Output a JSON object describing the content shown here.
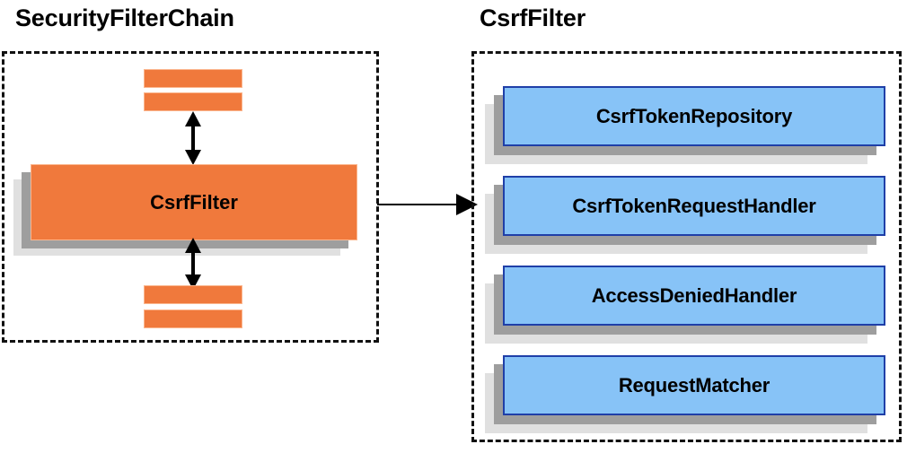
{
  "diagram": {
    "type": "architecture-diagram",
    "panels": [
      {
        "id": "security-filter-chain",
        "title": "SecurityFilterChain",
        "accent_color": "#F0793C",
        "nodes": [
          {
            "id": "filter-above-2",
            "label": "",
            "shape": "bar"
          },
          {
            "id": "filter-above-1",
            "label": "",
            "shape": "bar"
          },
          {
            "id": "csrf-filter",
            "label": "CsrfFilter",
            "shape": "box"
          },
          {
            "id": "filter-below-1",
            "label": "",
            "shape": "bar"
          },
          {
            "id": "filter-below-2",
            "label": "",
            "shape": "bar"
          }
        ],
        "connectors": [
          {
            "id": "above-to-csrf",
            "kind": "double-arrow",
            "orientation": "vertical"
          },
          {
            "id": "csrf-to-below",
            "kind": "double-arrow",
            "orientation": "vertical"
          }
        ]
      },
      {
        "id": "csrf-filter-detail",
        "title": "CsrfFilter",
        "accent_color": "#87C3F7",
        "nodes": [
          {
            "id": "csrf-token-repository",
            "label": "CsrfTokenRepository",
            "shape": "box"
          },
          {
            "id": "csrf-token-request-handler",
            "label": "CsrfTokenRequestHandler",
            "shape": "box"
          },
          {
            "id": "access-denied-handler",
            "label": "AccessDeniedHandler",
            "shape": "box"
          },
          {
            "id": "request-matcher",
            "label": "RequestMatcher",
            "shape": "box"
          }
        ]
      }
    ],
    "cross_panel_connector": {
      "id": "chain-to-detail",
      "kind": "single-arrow",
      "orientation": "horizontal",
      "from": "security-filter-chain",
      "to": "csrf-filter-detail"
    },
    "colors": {
      "orange_fill": "#F0793C",
      "orange_border": "#FBB68E",
      "blue_fill": "#87C3F7",
      "blue_border": "#1F3FA8",
      "shadow_near": "#9E9E9E",
      "shadow_far": "#E0E0E0",
      "outline": "#111111",
      "text": "#000000",
      "background": "#FFFFFF"
    }
  }
}
